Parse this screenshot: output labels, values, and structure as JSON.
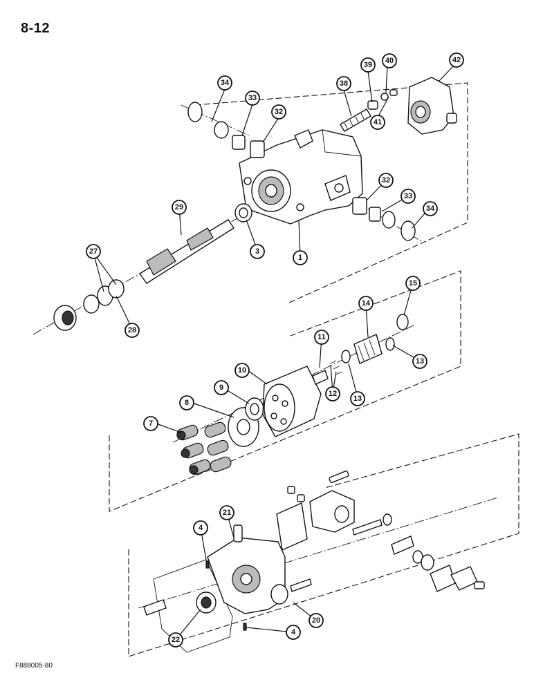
{
  "page": {
    "number": "8-12",
    "figure_code": "F888005-80"
  },
  "callouts": {
    "c1": "1",
    "c3": "3",
    "c4a": "4",
    "c4b": "4",
    "c7": "7",
    "c8": "8",
    "c9": "9",
    "c10": "10",
    "c11": "11",
    "c12": "12",
    "c13a": "13",
    "c13b": "13",
    "c14": "14",
    "c15": "15",
    "c20": "20",
    "c21": "21",
    "c22": "22",
    "c27": "27",
    "c28": "28",
    "c29": "29",
    "c32a": "32",
    "c32b": "32",
    "c33a": "33",
    "c33b": "33",
    "c34a": "34",
    "c34b": "34",
    "c38": "38",
    "c39": "39",
    "c40": "40",
    "c41": "41",
    "c42": "42"
  }
}
